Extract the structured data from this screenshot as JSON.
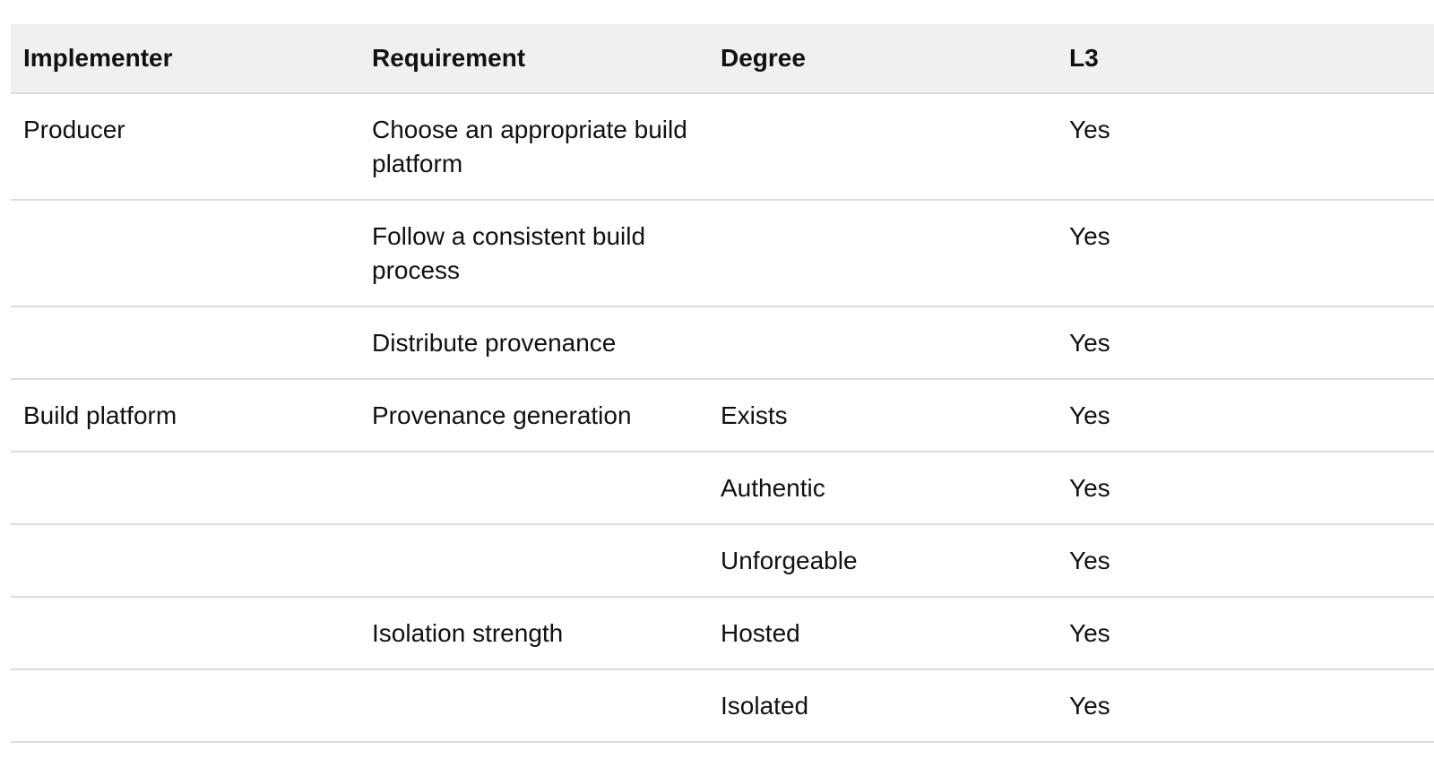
{
  "table": {
    "headers": [
      "Implementer",
      "Requirement",
      "Degree",
      "L3"
    ],
    "rows": [
      {
        "implementer": "Producer",
        "requirement": "Choose an appropriate build platform",
        "degree": "",
        "l3": "Yes"
      },
      {
        "implementer": "",
        "requirement": "Follow a consistent build process",
        "degree": "",
        "l3": "Yes"
      },
      {
        "implementer": "",
        "requirement": "Distribute provenance",
        "degree": "",
        "l3": "Yes"
      },
      {
        "implementer": "Build platform",
        "requirement": "Provenance generation",
        "degree": "Exists",
        "l3": "Yes"
      },
      {
        "implementer": "",
        "requirement": "",
        "degree": "Authentic",
        "l3": "Yes"
      },
      {
        "implementer": "",
        "requirement": "",
        "degree": "Unforgeable",
        "l3": "Yes"
      },
      {
        "implementer": "",
        "requirement": "Isolation strength",
        "degree": "Hosted",
        "l3": "Yes"
      },
      {
        "implementer": "",
        "requirement": "",
        "degree": "Isolated",
        "l3": "Yes"
      }
    ]
  },
  "colors": {
    "header_bg": "#f0f0f0",
    "row_border": "#dcdcdc",
    "text": "#111111"
  }
}
